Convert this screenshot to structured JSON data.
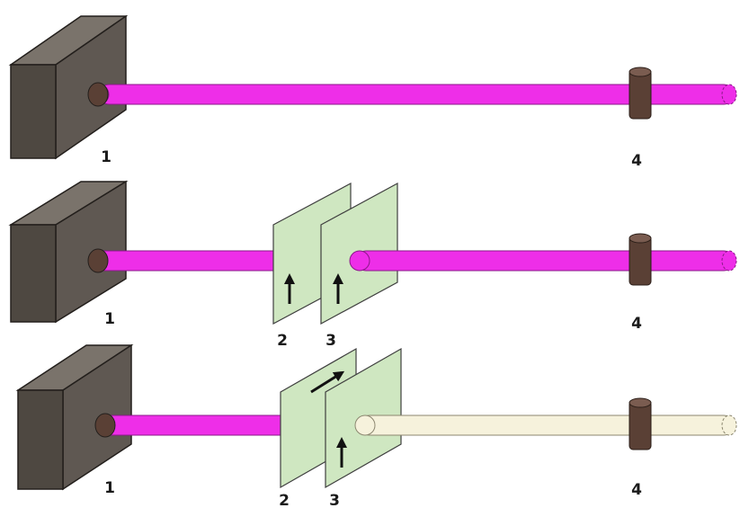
{
  "colors": {
    "background": "#ffffff",
    "source_front": "#4e4841",
    "source_side": "#5f5852",
    "source_top": "#7a736b",
    "source_outline": "#231f1c",
    "beam_polarized": "#ee2ee8",
    "beam_polarized_outline": "#8a1a88",
    "beam_blocked": "#f6f2dc",
    "beam_blocked_outline": "#8c8770",
    "polarizer_fill": "#cfe7c1",
    "polarizer_outline": "#3f3f3f",
    "collar": "#5a4035",
    "collar_top": "#7a5c50",
    "arrow": "#111111"
  },
  "rows": [
    {
      "source_label": "1",
      "detector_label": "4",
      "polarizer_labels": [],
      "polarizer_arrows": [],
      "beam_after": "bright"
    },
    {
      "source_label": "1",
      "detector_label": "4",
      "polarizer_labels": [
        "2",
        "3"
      ],
      "polarizer_arrows": [
        "vertical",
        "vertical"
      ],
      "beam_after": "bright"
    },
    {
      "source_label": "1",
      "detector_label": "4",
      "polarizer_labels": [
        "2",
        "3"
      ],
      "polarizer_arrows": [
        "diagonal",
        "vertical"
      ],
      "beam_after": "dark"
    }
  ]
}
